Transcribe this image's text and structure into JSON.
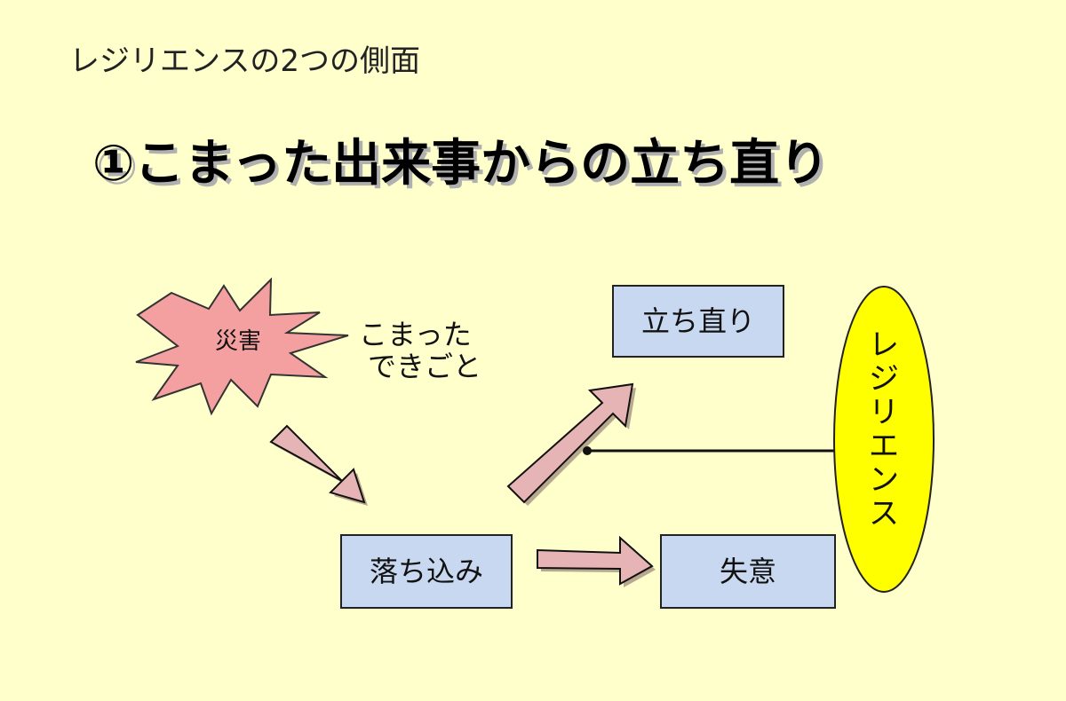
{
  "subtitle": "レジリエンスの2つの側面",
  "title": "①こまった出来事からの立ち直り",
  "burst": {
    "label": "災害",
    "caption_line1": "こまった",
    "caption_line2": "できごと"
  },
  "boxes": {
    "recovery": "立ち直り",
    "depression": "落ち込み",
    "despair": "失意"
  },
  "ellipse_label_chars": [
    "レ",
    "ジ",
    "リ",
    "エ",
    "ン",
    "ス"
  ],
  "colors": {
    "background": "#ffffcc",
    "box_fill": "#c8d8f0",
    "arrow_fill": "#e6b4b4",
    "burst_fill": "#f4a0a0",
    "ellipse_fill": "#ffff00"
  }
}
